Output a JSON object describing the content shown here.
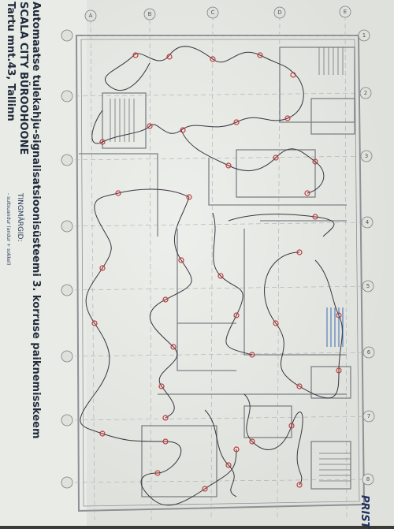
{
  "title": {
    "line1": "Automaatse tulekahju-signalisatsioonisüsteemi 3. korruse paiknemisskeem",
    "line2": "SCALA CITY BÜROOHOONE",
    "line3": "Tartu mnt.43, Tallinn"
  },
  "legend": {
    "heading": "TINGMÄRGID:",
    "item": "- suitsuandur (andur + sokkel)"
  },
  "brand": "PRIST",
  "grid_letters": [
    "A",
    "B",
    "C",
    "D",
    "E"
  ],
  "grid_numbers": [
    "1",
    "2",
    "3",
    "4",
    "5",
    "6",
    "7",
    "8"
  ],
  "colors": {
    "paper": "#dfe2dc",
    "wall": "#8d9095",
    "cable": "#3a3440",
    "detector": "#c23a3a",
    "label": "#3a6ab0"
  }
}
